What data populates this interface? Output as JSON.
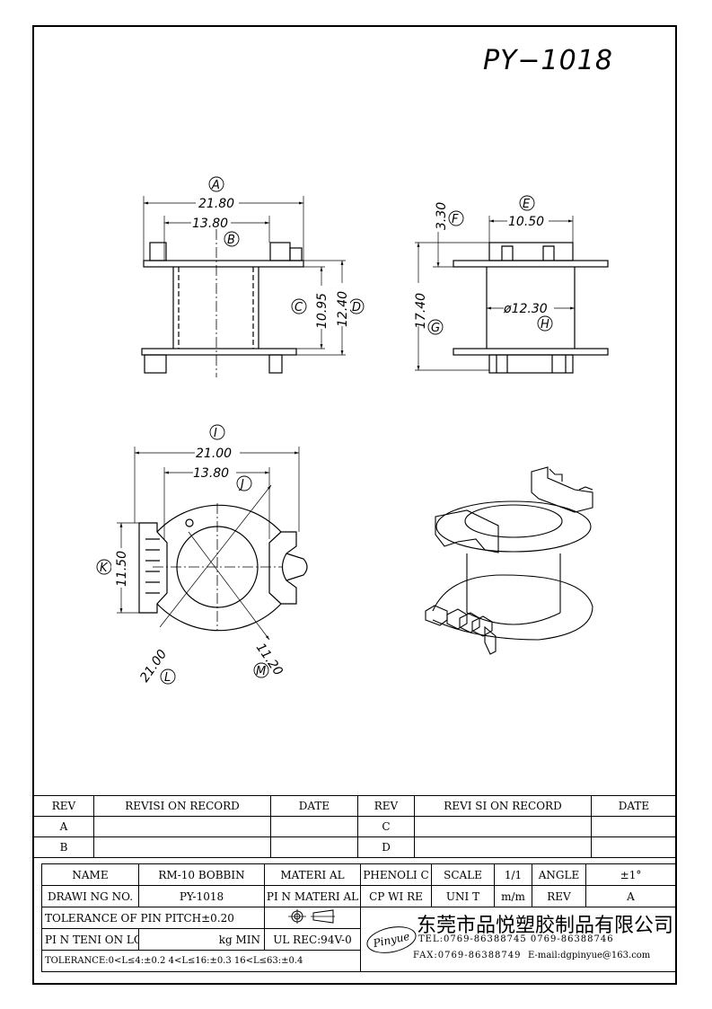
{
  "part_number": "PY−1018",
  "views": {
    "front": {
      "labels": {
        "a": "A",
        "b": "B",
        "c": "C",
        "d": "D"
      },
      "dims": {
        "d1": "21.80",
        "d2": "13.80",
        "d3": "10.95",
        "d4": "12.40"
      }
    },
    "side": {
      "labels": {
        "e": "E",
        "f": "F",
        "g": "G",
        "h": "H"
      },
      "dims": {
        "d1": "3.30",
        "d2": "10.50",
        "d3": "17.40",
        "d4": "ø12.30"
      }
    },
    "top": {
      "labels": {
        "i": "I",
        "j": "J",
        "k": "K",
        "l": "L",
        "m": "M"
      },
      "dims": {
        "d1": "21.00",
        "d2": "13.80",
        "d3": "11.50",
        "d4": "21.00",
        "d5": "11.20"
      }
    }
  },
  "revision_table": {
    "headers": [
      "REV",
      "REVISI ON RECORD",
      "DATE",
      "REV",
      "REVI SI ON RECORD",
      "DATE"
    ],
    "rows": [
      [
        "A",
        "",
        "",
        "C",
        "",
        ""
      ],
      [
        "B",
        "",
        "",
        "D",
        "",
        ""
      ]
    ]
  },
  "info_table": {
    "row1": [
      "NAME",
      "RM-10 BOBBIN",
      "MATERI AL",
      "PHENOLI C",
      "SCALE",
      "1/1",
      "ANGLE",
      "±1°"
    ],
    "row2": [
      "DRAWI NG NO.",
      "PY-1018",
      "PI N MATERI AL",
      "CP WI RE",
      "UNI T",
      "m/m",
      "REV",
      "A"
    ],
    "row3_left": "TOLERANCE OF PIN PITCH±0.20",
    "row4_left": "PI N TENI ON LOAD",
    "row4_mid": "kg MIN",
    "row4_ul": "UL REC:94V-0",
    "row5": "TOLERANCE:0<L≤4:±0.2  4<L≤16:±0.3  16<L≤63:±0.4"
  },
  "company": {
    "logo_text": "Pinyue",
    "name": "东莞市品悦塑胶制品有限公司",
    "tel": "TEL:0769-86388745   0769-86388746",
    "fax": "FAX:0769-86388749",
    "email": "E-mail:dgpinyue@163.com"
  }
}
